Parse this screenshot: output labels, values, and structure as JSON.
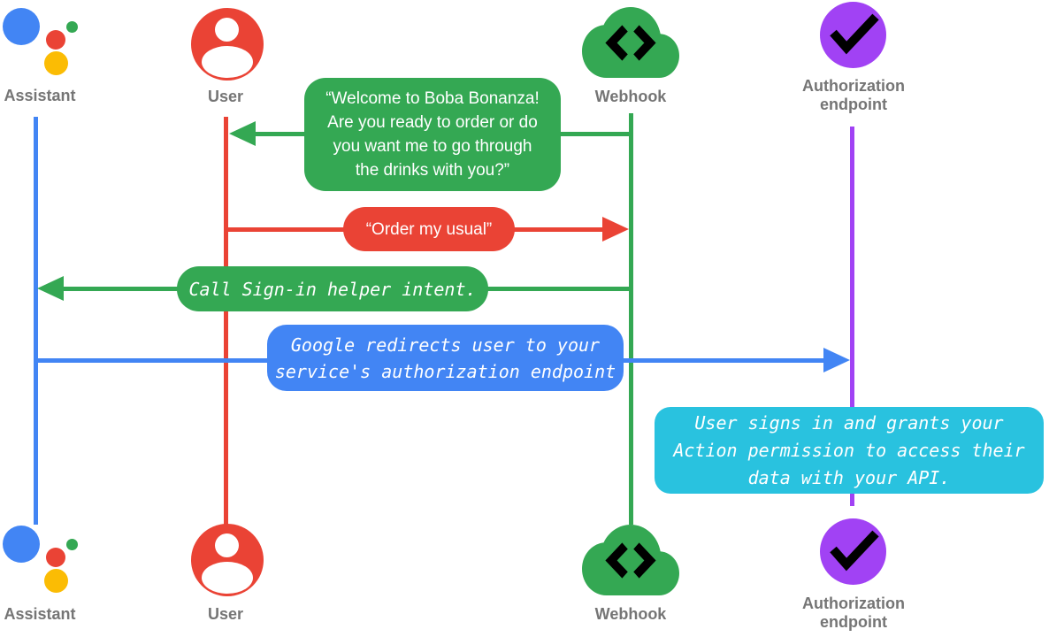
{
  "colors": {
    "assistant_blue": "#4285F4",
    "user_red": "#EA4335",
    "webhook_green": "#34A853",
    "auth_purple": "#A142F4",
    "note_cyan": "#29C2DF",
    "assistant_logo_yellow": "#FBBC04",
    "label_gray": "#757575",
    "bubble_text": "#FFFFFF",
    "icon_glyph_black": "#000000"
  },
  "actors": {
    "assistant": {
      "label": "Assistant",
      "icon": "google-assistant-icon",
      "color": "#4285F4"
    },
    "user": {
      "label": "User",
      "icon": "user-avatar-icon",
      "color": "#EA4335"
    },
    "webhook": {
      "label": "Webhook",
      "icon": "cloud-code-icon",
      "color": "#34A853"
    },
    "auth": {
      "label": "Authorization\nendpoint",
      "icon": "check-circle-icon",
      "color": "#A142F4"
    }
  },
  "messages": {
    "welcome": {
      "from": "webhook",
      "to": "user",
      "color": "#34A853",
      "text_style": "sans",
      "text": "“Welcome to Boba Bonanza!\nAre you ready to order or do\nyou want me to go through\nthe drinks with you?”"
    },
    "order": {
      "from": "user",
      "to": "webhook",
      "color": "#EA4335",
      "text_style": "sans",
      "text": "“Order my usual”"
    },
    "signin": {
      "from": "webhook",
      "to": "assistant",
      "color": "#34A853",
      "text_style": "mono-italic",
      "text": "Call Sign-in helper intent."
    },
    "redirect": {
      "from": "assistant",
      "to": "auth",
      "color": "#4285F4",
      "text_style": "mono-italic",
      "text": "Google redirects user to your\nservice's authorization endpoint"
    }
  },
  "note": {
    "at": "auth",
    "color": "#29C2DF",
    "text_style": "mono-italic",
    "text": "User signs in and grants your\nAction permission to access their\ndata with your API."
  }
}
